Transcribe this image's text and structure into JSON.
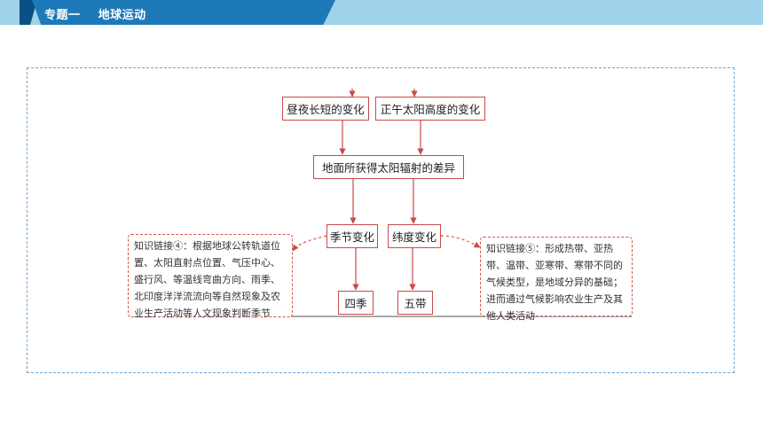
{
  "header": {
    "title": "专题一    地球运动"
  },
  "diagram": {
    "box_daynight": "昼夜长短的变化",
    "box_noon": "正午太阳高度的变化",
    "box_radiation": "地面所获得太阳辐射的差异",
    "box_season_change": "季节变化",
    "box_latitude_change": "纬度变化",
    "box_four_seasons": "四季",
    "box_five_zones": "五带",
    "note_left": "知识链接④：根据地球公转轨道位置、太阳直射点位置、气压中心、盛行风、等温线弯曲方向、雨季、北印度洋洋流流向等自然现象及农业生产活动等人文现象判断季节",
    "note_right": "知识链接⑤：形成热带、亚热带、温带、亚寒带、寒带不同的气候类型，是地域分异的基础；进而通过气候影响农业生产及其他人类活动"
  },
  "colors": {
    "arrow": "#c94a4a",
    "frame": "#6aa6d8",
    "header_dark": "#1d79b8",
    "header_light": "#9fd3ea"
  }
}
